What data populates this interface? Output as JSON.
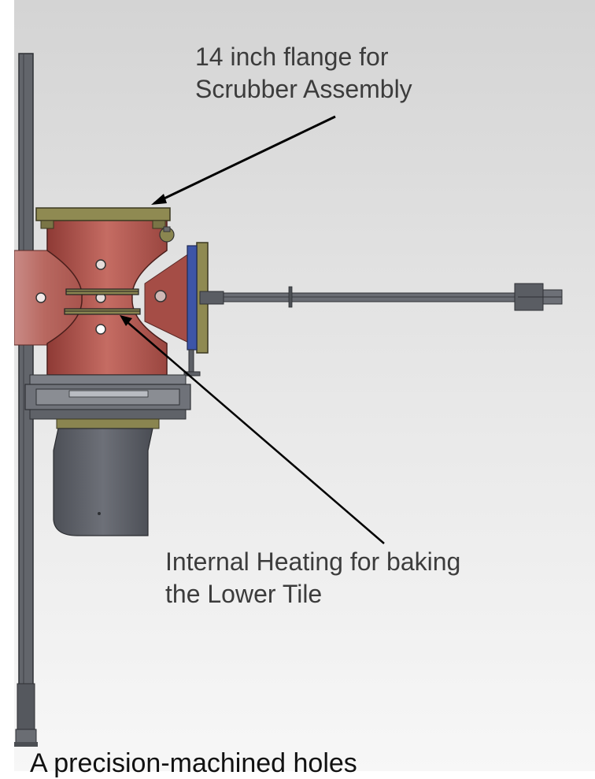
{
  "annotations": {
    "flange_line1": "14 inch flange for",
    "flange_line2": "Scrubber Assembly",
    "heating_line1": "Internal Heating  for baking",
    "heating_line2": "the Lower Tile"
  },
  "bottom_text": "A precision-machined holes",
  "colors": {
    "chamber": "#b55a52",
    "flange": "#8f8a52",
    "frame": "#5d6066",
    "arrow": "#000000"
  }
}
